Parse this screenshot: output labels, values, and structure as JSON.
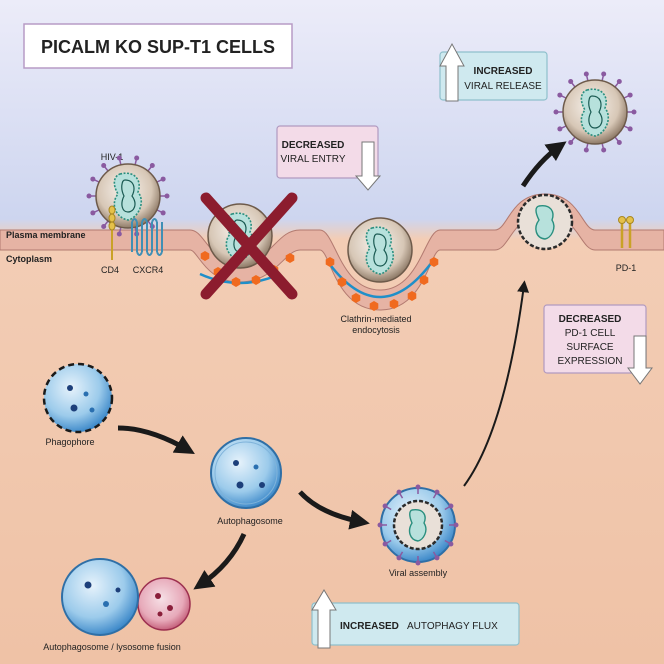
{
  "title": "PICALM KO SUP-T1 CELLS",
  "labels": {
    "plasma_membrane": "Plasma membrane",
    "cytoplasm": "Cytoplasm",
    "hiv": "HIV-1",
    "cd4": "CD4",
    "cxcr4": "CXCR4",
    "clathrin_line1": "Clathrin-mediated",
    "clathrin_line2": "endocytosis",
    "pd1": "PD-1",
    "phagophore": "Phagophore",
    "autophagosome": "Autophagosome",
    "viral_assembly": "Viral assembly",
    "fusion": "Autophagosome / lysosome fusion"
  },
  "boxes": {
    "entry": {
      "bold": "DECREASED",
      "rest": "VIRAL ENTRY"
    },
    "release": {
      "bold": "INCREASED",
      "rest": "VIRAL RELEASE"
    },
    "pd1": {
      "bold": "DECREASED",
      "line2": "PD-1 CELL",
      "line3": "SURFACE",
      "line4": "EXPRESSION"
    },
    "autophagy": {
      "bold": "INCREASED",
      "rest": "AUTOPHAGY FLUX"
    }
  },
  "colors": {
    "top_bg": "#d4daf0",
    "bottom_bg": "#f1c7ad",
    "membrane": "#e7b9a7",
    "membrane_edge": "#b77d73",
    "clathrin": "#f06a1f",
    "pink_box": "#f3dbe8",
    "blue_box": "#cfe9ef",
    "cross": "#8c1c2e",
    "virus_spike": "#8a5aa0",
    "vesicle": "#3f8dcf"
  }
}
